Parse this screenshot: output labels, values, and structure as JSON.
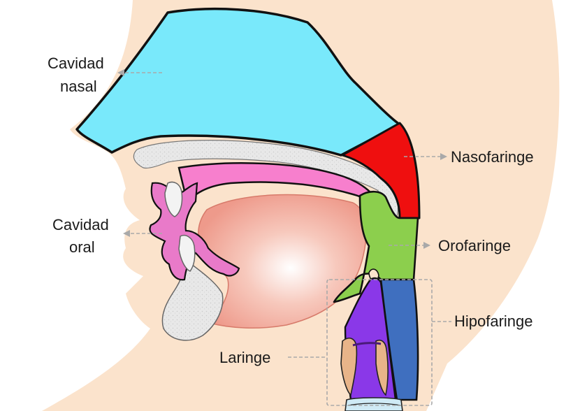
{
  "labels": {
    "nasal_cavity_line1": "Cavidad",
    "nasal_cavity_line2": "nasal",
    "oral_cavity_line1": "Cavidad",
    "oral_cavity_line2": "oral",
    "nasopharynx": "Nasofaringe",
    "oropharynx": "Orofaringe",
    "hypopharynx": "Hipofaringe",
    "larynx": "Laringe"
  },
  "colors": {
    "skin": "#fbe3cc",
    "nasal_cavity": "#79e9fb",
    "nasopharynx": "#ef0f0f",
    "oropharynx": "#8ccf4d",
    "hypopharynx": "#3f6fbf",
    "larynx": "#8a38e8",
    "palate": "#f77fcd",
    "oral_mucosa": "#e97ac9",
    "tongue": "#f3b1a4",
    "bone": "#e5e5e5",
    "epiglottis_cartilage": "#e8b489",
    "trachea": "#cfeaf5",
    "outline": "#111111",
    "pointer": "#a9a9a9"
  }
}
